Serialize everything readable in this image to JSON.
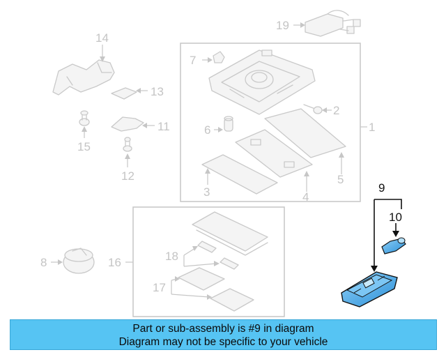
{
  "callouts": {
    "c1": "1",
    "c2": "2",
    "c3": "3",
    "c4": "4",
    "c5": "5",
    "c6": "6",
    "c7": "7",
    "c8": "8",
    "c9": "9",
    "c10": "10",
    "c11": "11",
    "c12": "12",
    "c13": "13",
    "c14": "14",
    "c15": "15",
    "c16": "16",
    "c17": "17",
    "c18": "18",
    "c19": "19"
  },
  "highlighted_part": "9",
  "colors": {
    "highlight_part": "#4aa8e8",
    "banner_background": "#56c4f3",
    "ghosted_lines": "#c9c9c9"
  },
  "banner": {
    "line1": "Part or sub-assembly is #9 in diagram",
    "line2": "Diagram may not be specific to your vehicle"
  }
}
